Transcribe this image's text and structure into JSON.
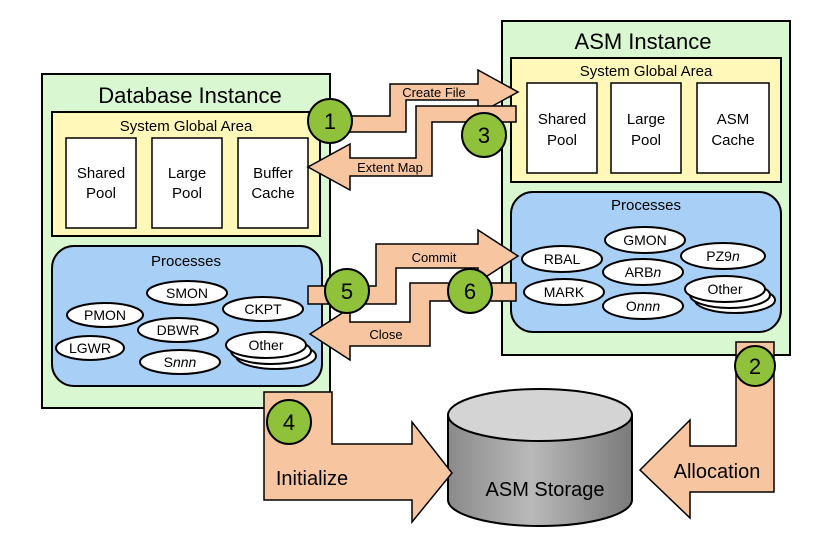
{
  "db": {
    "title": "Database Instance",
    "sga_title": "System Global Area",
    "pools": [
      "Shared",
      "Pool",
      "Large",
      "Pool",
      "Buffer",
      "Cache"
    ],
    "processes_title": "Processes",
    "procs": [
      "PMON",
      "SMON",
      "CKPT",
      "LGWR",
      "DBWR",
      "Other"
    ],
    "snnn": {
      "base": "S",
      "italic": "nnn"
    }
  },
  "asm": {
    "title": "ASM Instance",
    "sga_title": "System Global Area",
    "pools": [
      "Shared",
      "Pool",
      "Large",
      "Pool",
      "ASM",
      "Cache"
    ],
    "processes_title": "Processes",
    "procs": [
      "GMON",
      "RBAL",
      "PZ9",
      "MARK",
      "Other"
    ],
    "pz9_suffix": "n",
    "arbn": {
      "base": "ARB",
      "italic": "n"
    },
    "onnn": {
      "base": "O",
      "italic": "nnn"
    }
  },
  "arrows": {
    "create_file": "Create File",
    "extent_map": "Extent Map",
    "commit": "Commit",
    "close": "Close",
    "initialize": "Initialize",
    "allocation": "Allocation"
  },
  "storage": {
    "label": "ASM Storage"
  },
  "steps": [
    "1",
    "2",
    "3",
    "4",
    "5",
    "6"
  ],
  "colors": {
    "instance_bg": "#d9f7d0",
    "sga_bg": "#fff8b8",
    "processes_bg": "#a8cff5",
    "arrow_fill": "#f7c6a0",
    "step_badge": "#8fc23a",
    "storage_gray": "#999999"
  }
}
